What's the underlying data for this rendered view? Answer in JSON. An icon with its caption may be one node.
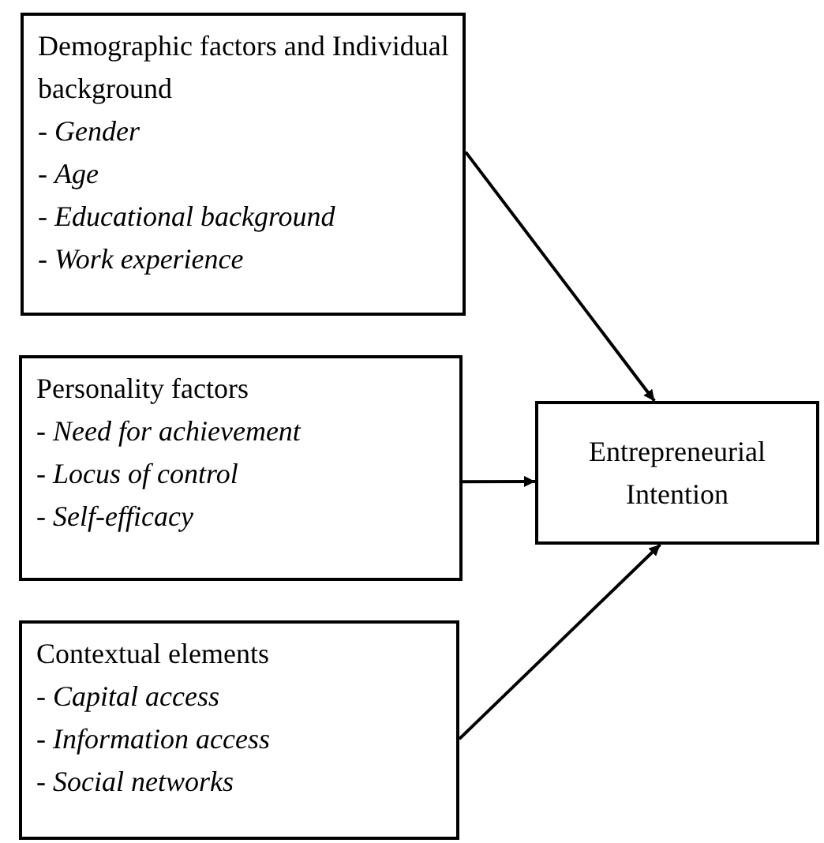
{
  "diagram": {
    "nodes": [
      {
        "text": [
          "Demographic factors and Individual background",
          "- *Gender*",
          "- *Age*",
          "- *Educational background*",
          "- *Work experience*"
        ]
      },
      {
        "text": [
          "Personality factors",
          "- *Need for achievement*",
          "- *Locus of control*",
          "- *Self-efficacy*"
        ]
      },
      {
        "text": [
          "Contextual elements",
          "- *Capital access*",
          "- *Information access*",
          "- *Social networks*"
        ]
      },
      {
        "text": [
          "Entrepreneurial Intention"
        ]
      }
    ],
    "edges": [
      {
        "from": 0,
        "to": 3,
        "arrow": "to"
      },
      {
        "from": 1,
        "to": 3,
        "arrow": "to"
      },
      {
        "from": 2,
        "to": 3,
        "arrow": "to"
      }
    ]
  }
}
